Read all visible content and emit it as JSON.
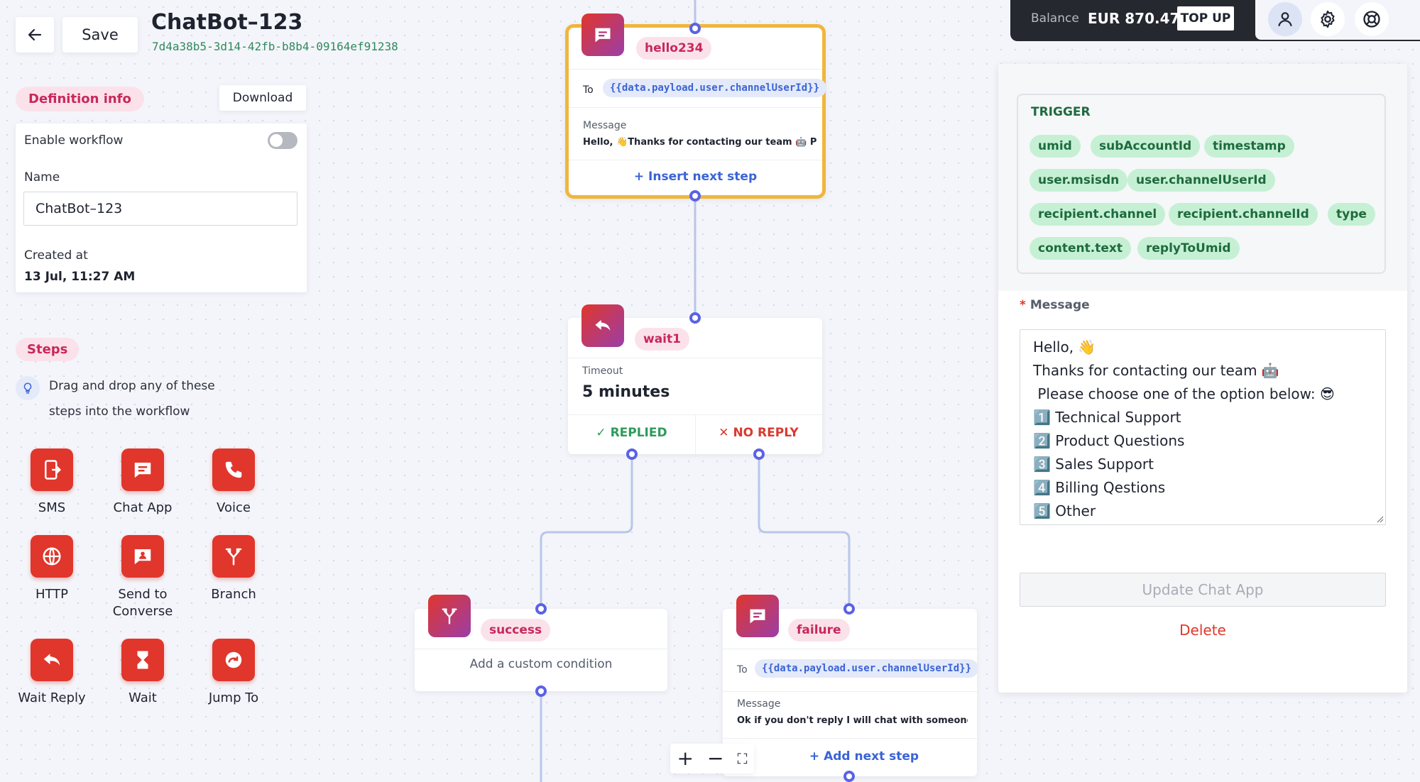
{
  "header": {
    "back_label": "←",
    "save_label": "Save",
    "title": "ChatBot–123",
    "workflow_id": "7d4a38b5-3d14-42fb-b8b4-09164ef91238"
  },
  "topbar": {
    "balance_label": "Balance",
    "balance_value": "EUR 870.47",
    "topup_label": "TOP UP"
  },
  "definition": {
    "section_label": "Definition info",
    "download_label": "Download",
    "enable_label": "Enable workflow",
    "enabled": false,
    "name_label": "Name",
    "name_value": "ChatBot–123",
    "created_label": "Created at",
    "created_value": "13 Jul, 11:27 AM"
  },
  "steps": {
    "section_label": "Steps",
    "hint_line1": "Drag and drop any of these",
    "hint_line2": "steps into the workflow",
    "items": [
      {
        "label": "SMS",
        "icon": "sms-icon"
      },
      {
        "label": "Chat App",
        "icon": "chat-icon"
      },
      {
        "label": "Voice",
        "icon": "phone-icon"
      },
      {
        "label": "HTTP",
        "icon": "globe-icon"
      },
      {
        "label": "Send to",
        "label2": "Converse",
        "icon": "converse-icon"
      },
      {
        "label": "Branch",
        "icon": "branch-icon"
      },
      {
        "label": "Wait Reply",
        "icon": "reply-icon"
      },
      {
        "label": "Wait",
        "icon": "hourglass-icon"
      },
      {
        "label": "Jump To",
        "icon": "jump-icon"
      }
    ]
  },
  "nodes": {
    "hello": {
      "tag": "hello234",
      "to_label": "To",
      "to_value": "{{data.payload.user.channelUserId}}",
      "message_label": "Message",
      "message_preview": "Hello, 👋Thanks for contacting our team 🤖 Pl",
      "insert_label": "Insert next step"
    },
    "wait": {
      "tag": "wait1",
      "timeout_label": "Timeout",
      "timeout_value": "5 minutes",
      "replied_label": "REPLIED",
      "noreply_label": "NO REPLY"
    },
    "success": {
      "tag": "success",
      "body": "Add a custom condition"
    },
    "failure": {
      "tag": "failure",
      "to_label": "To",
      "to_value": "{{data.payload.user.channelUserId}}",
      "message_label": "Message",
      "message_preview": "Ok if you don't reply I will chat with someone e",
      "add_label": "Add next step"
    }
  },
  "zoom": {
    "plus": "+",
    "minus": "−",
    "fit": "⛶"
  },
  "panel": {
    "trigger_label": "TRIGGER",
    "trigger_fields": [
      "umid",
      "subAccountId",
      "timestamp",
      "user.msisdn",
      "user.channelUserId",
      "recipient.channel",
      "recipient.channelId",
      "type",
      "content.text",
      "replyToUmid"
    ],
    "message_label": "Message",
    "required_mark": "*",
    "message_lines": [
      "Hello, 👋",
      "Thanks for contacting our team 🤖",
      " Please choose one of the option below: 😎",
      "1️⃣ Technical Support",
      "2️⃣ Product Questions",
      "3️⃣ Sales Support",
      "4️⃣ Billing Qestions",
      "5️⃣ Other"
    ],
    "update_label": "Update Chat App",
    "delete_label": "Delete"
  },
  "colors": {
    "accent_red": "#e0362c",
    "link_blue": "#3a63d6",
    "selected_border": "#f0b63c",
    "connector": "#b9c6ea",
    "port": "#5a62e6"
  }
}
